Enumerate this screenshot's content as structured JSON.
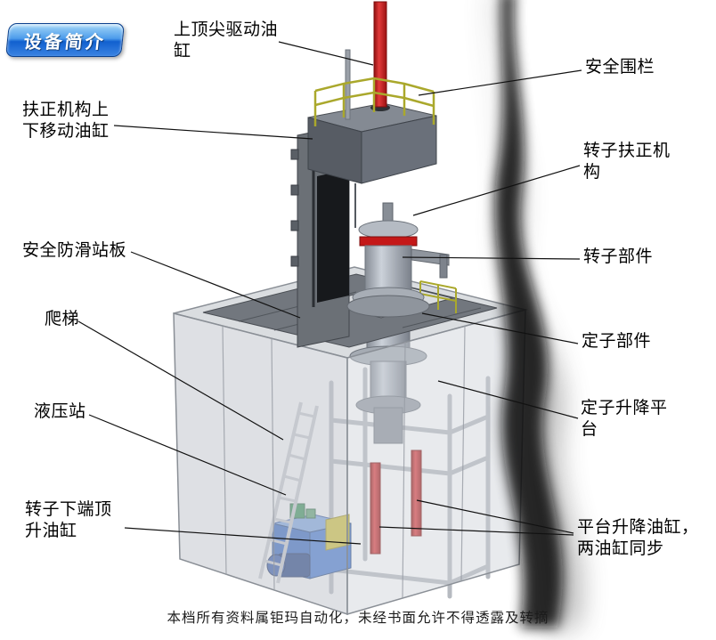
{
  "page": {
    "badge_label": "设备简介",
    "footer_text": "本档所有资料属钜玛自动化，未经书面允许不得透露及转摘"
  },
  "colors": {
    "badge_blue": "#1160cf",
    "cylinder_red": "#c41818",
    "railing_yellow": "#aaa82c",
    "hydraulic_blue": "#2a62c4",
    "deck_gray": "#72777e"
  },
  "labels": [
    {
      "id": "top-drive-cylinder",
      "text": "上顶尖驱动油缸"
    },
    {
      "id": "safety-fence",
      "text": "安全围栏"
    },
    {
      "id": "centering-move-cylinder",
      "text": "扶正机构上下移动油缸"
    },
    {
      "id": "rotor-centering-mech",
      "text": "转子扶正机构"
    },
    {
      "id": "antislip-plate",
      "text": "安全防滑站板"
    },
    {
      "id": "rotor-part",
      "text": "转子部件"
    },
    {
      "id": "ladder",
      "text": "爬梯"
    },
    {
      "id": "stator-part",
      "text": "定子部件"
    },
    {
      "id": "hydraulic-station",
      "text": "液压站"
    },
    {
      "id": "stator-lift-platform",
      "text": "定子升降平台"
    },
    {
      "id": "rotor-bottom-cylinder",
      "text": "转子下端顶升油缸"
    },
    {
      "id": "platform-lift-cylinders",
      "text": "平台升降油缸，两油缸同步"
    }
  ]
}
